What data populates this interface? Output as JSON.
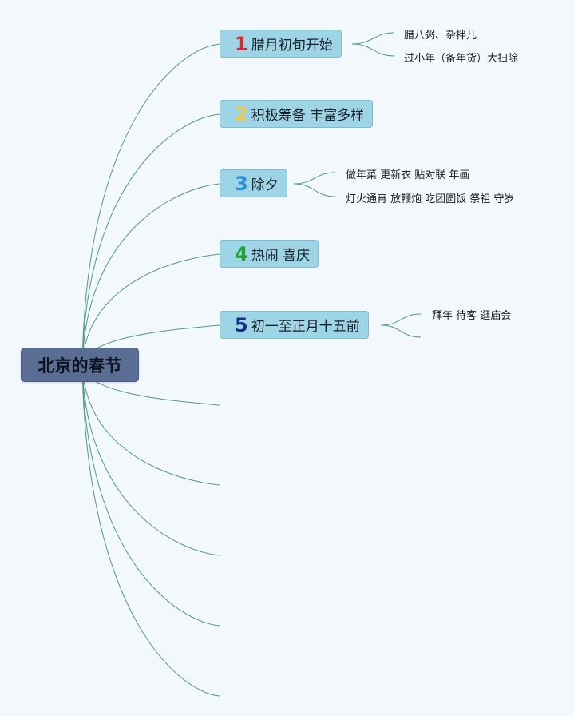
{
  "root": {
    "label": "北京的春节"
  },
  "topics": [
    {
      "num": "1",
      "label": "腊月初旬开始",
      "num_color": "#d42a36",
      "children": [
        "腊八粥、杂拌儿",
        "过小年（备年货）大扫除"
      ]
    },
    {
      "num": "2",
      "label": "积极筹备 丰富多样",
      "num_color": "#f0cc4a",
      "children": []
    },
    {
      "num": "3",
      "label": "除夕",
      "num_color": "#2a8fd6",
      "children": [
        "做年菜 更新衣 贴对联 年画",
        "灯火通宵 放鞭炮 吃团圆饭 祭祖 守岁"
      ]
    },
    {
      "num": "4",
      "label": "热闹 喜庆",
      "num_color": "#1fa030",
      "children": []
    },
    {
      "num": "5",
      "label": "初一至正月十五前",
      "num_color": "#1b2f8a",
      "children": [
        "拜年 待客 逛庙会"
      ]
    }
  ],
  "colors": {
    "background": "#f3f8fd",
    "root_fill": "#5a6e94",
    "topic_fill": "#9ed5e6",
    "connector": "#4f9a7c"
  }
}
